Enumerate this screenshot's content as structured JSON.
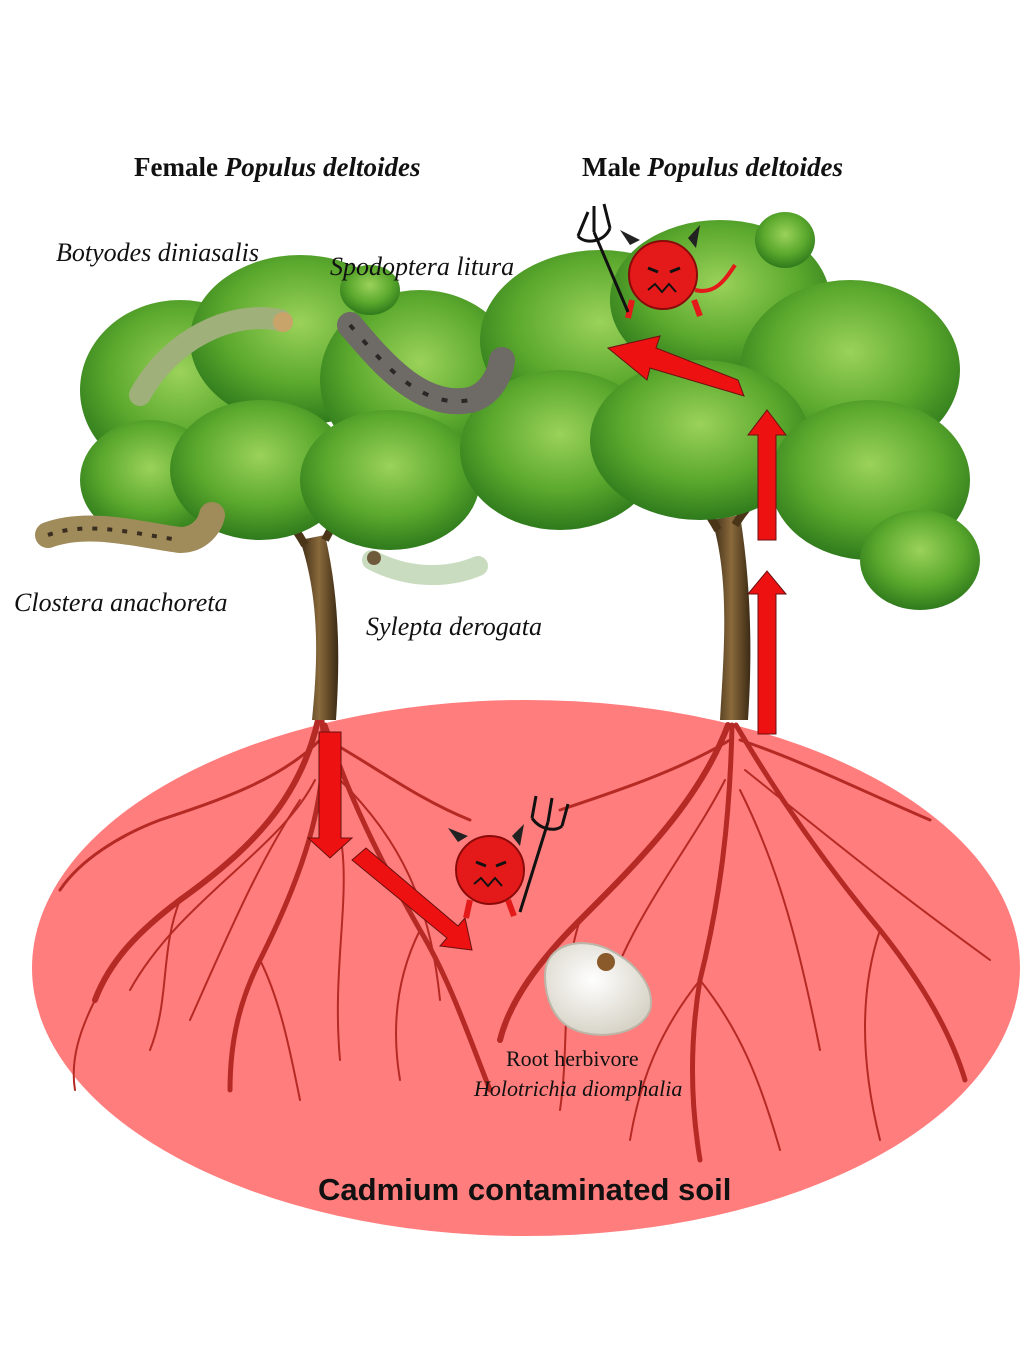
{
  "titles": {
    "female_prefix": "Female",
    "female_species": "Populus deltoides",
    "male_prefix": "Male",
    "male_species": "Populus deltoides"
  },
  "leaf_herbivores": [
    "Botyodes diniasalis",
    "Spodoptera litura",
    "Clostera anachoreta",
    "Sylepta derogata"
  ],
  "root_herbivore": {
    "label": "Root herbivore",
    "species": "Holotrichia diomphalia"
  },
  "soil_label": "Cadmium contaminated soil",
  "colors": {
    "soil": "#ff7d7d",
    "roots": "#b52a24",
    "arrow": "#ee1111",
    "foliage": "#5aa82d",
    "devil": "#e41a1a"
  },
  "icons": [
    "devil-icon",
    "trident-icon",
    "larva-icon",
    "grub-icon"
  ]
}
